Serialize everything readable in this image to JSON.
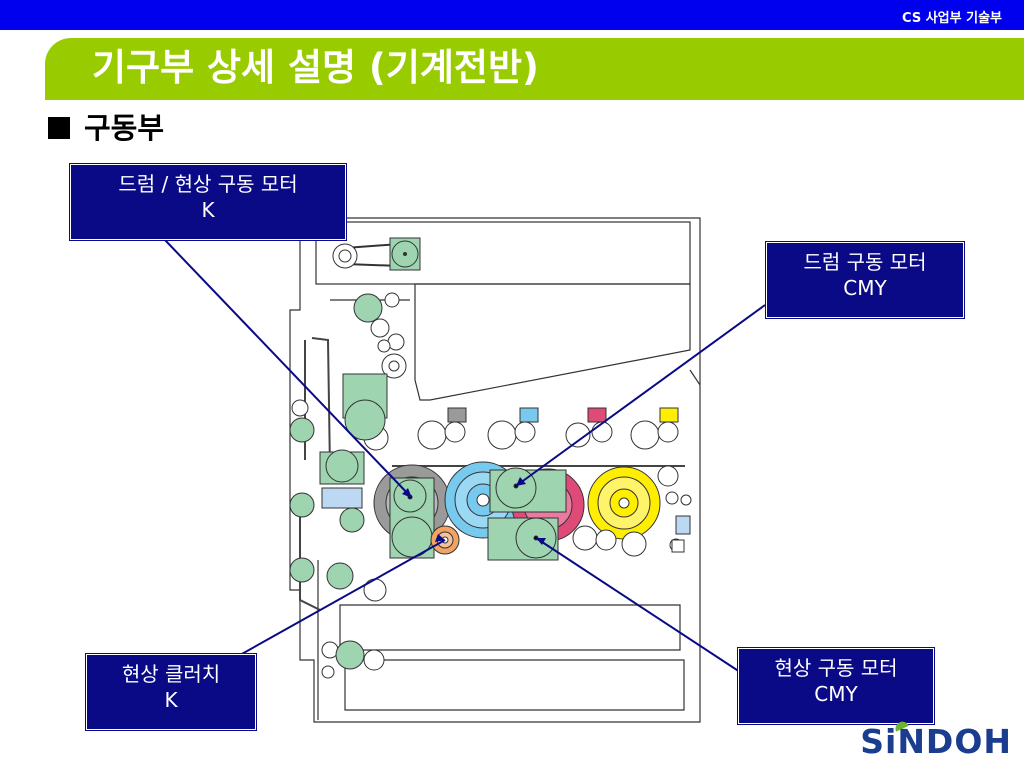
{
  "header": {
    "department": "CS 사업부 기술부"
  },
  "title": "기구부 상세 설명 (기계전반)",
  "section": "구동부",
  "labels": {
    "drum_dev_k": {
      "line1": "드럼 / 현상 구동 모터",
      "line2": "K"
    },
    "drum_cmy": {
      "line1": "드럼 구동 모터",
      "line2": "CMY"
    },
    "dev_clutch_k": {
      "line1": "현상 클러치",
      "line2": "K"
    },
    "dev_cmy": {
      "line1": "현상 구동 모터",
      "line2": "CMY"
    }
  },
  "logo": "SiNDOH",
  "colors": {
    "top_bar": "#0000ee",
    "title_band": "#99cc00",
    "label_bg": "#0a0a86",
    "motor": "#9fd4b0",
    "drum_k": "#9a9a9a",
    "drum_c": "#77c9ee",
    "drum_m": "#e04a78",
    "drum_y": "#ffee00",
    "clutch": "#f2a464",
    "logo": "#1a3d8f"
  }
}
